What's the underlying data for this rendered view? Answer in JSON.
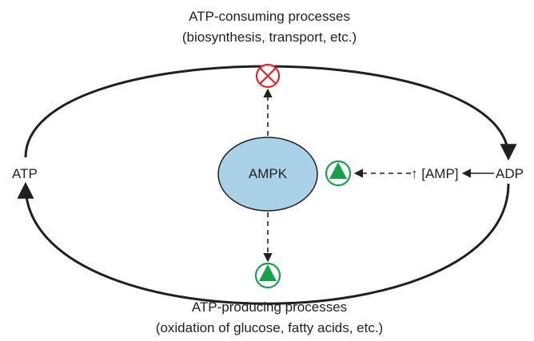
{
  "consuming": {
    "title": "ATP-consuming processes",
    "subtitle": "(biosynthesis, transport, etc.)"
  },
  "producing": {
    "title": "ATP-producing processes",
    "subtitle": "(oxidation of glucose, fatty acids, etc.)"
  },
  "nodes": {
    "atp": "ATP",
    "adp": "ADP",
    "ampk": "AMPK",
    "amp": "↑ [AMP]"
  },
  "colors": {
    "ampk_fill": "#a9d1e8",
    "inhibit": "#e8242a",
    "activate": "#15a24a",
    "line": "#231f20"
  }
}
